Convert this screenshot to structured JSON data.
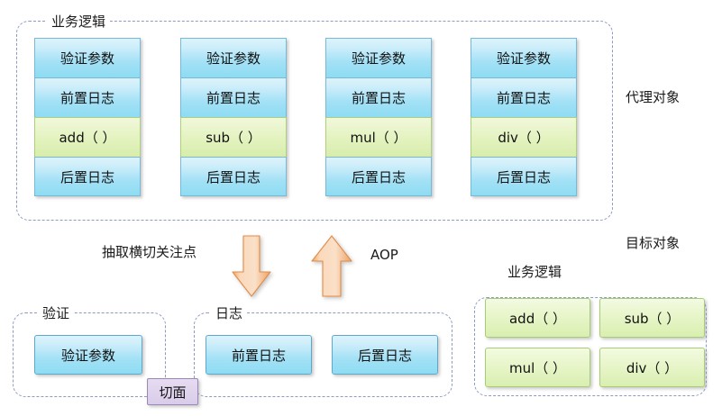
{
  "diagram": {
    "title_hidden": "",
    "proxy_section": {
      "group_label": "业务逻辑",
      "side_label": "代理对象",
      "columns": [
        {
          "cells": [
            {
              "text": "验证参数",
              "kind": "blue"
            },
            {
              "text": "前置日志",
              "kind": "blue"
            },
            {
              "text": "add（ ）",
              "kind": "green"
            },
            {
              "text": "后置日志",
              "kind": "blue"
            }
          ]
        },
        {
          "cells": [
            {
              "text": "验证参数",
              "kind": "blue"
            },
            {
              "text": "前置日志",
              "kind": "blue"
            },
            {
              "text": "sub（ ）",
              "kind": "green"
            },
            {
              "text": "后置日志",
              "kind": "blue"
            }
          ]
        },
        {
          "cells": [
            {
              "text": "验证参数",
              "kind": "blue"
            },
            {
              "text": "前置日志",
              "kind": "blue"
            },
            {
              "text": "mul（ ）",
              "kind": "green"
            },
            {
              "text": "后置日志",
              "kind": "blue"
            }
          ]
        },
        {
          "cells": [
            {
              "text": "验证参数",
              "kind": "blue"
            },
            {
              "text": "前置日志",
              "kind": "blue"
            },
            {
              "text": "div（ ）",
              "kind": "green"
            },
            {
              "text": "后置日志",
              "kind": "blue"
            }
          ]
        }
      ]
    },
    "middle": {
      "extract_label": "抽取横切关注点",
      "aop_label": "AOP",
      "down_arrow_name": "down-arrow",
      "up_arrow_name": "up-arrow",
      "arrow_color_light": "#fde3cb",
      "arrow_color_dark": "#f0a868"
    },
    "aspect_section": {
      "validate_group_label": "验证",
      "log_group_label": "日志",
      "aspect_badge": "切面",
      "validate_items": [
        {
          "text": "验证参数"
        }
      ],
      "log_items": [
        {
          "text": "前置日志"
        },
        {
          "text": "后置日志"
        }
      ]
    },
    "target_section": {
      "side_label": "目标对象",
      "group_label": "业务逻辑",
      "methods": [
        {
          "text": "add（ ）"
        },
        {
          "text": "sub（ ）"
        },
        {
          "text": "mul（ ）"
        },
        {
          "text": "div（ ）"
        }
      ]
    },
    "colors": {
      "dashed_border": "#8c9bc4",
      "blue_fill_top": "#ddf3fb",
      "blue_fill_bottom": "#8edcf2",
      "blue_border": "#5fa8cc",
      "green_fill_top": "#f3fae2",
      "green_fill_bottom": "#d9efb0",
      "green_border": "#a8cc74",
      "purple_fill": "#d9ccea",
      "purple_border": "#9b88b8",
      "text": "#111111"
    }
  }
}
